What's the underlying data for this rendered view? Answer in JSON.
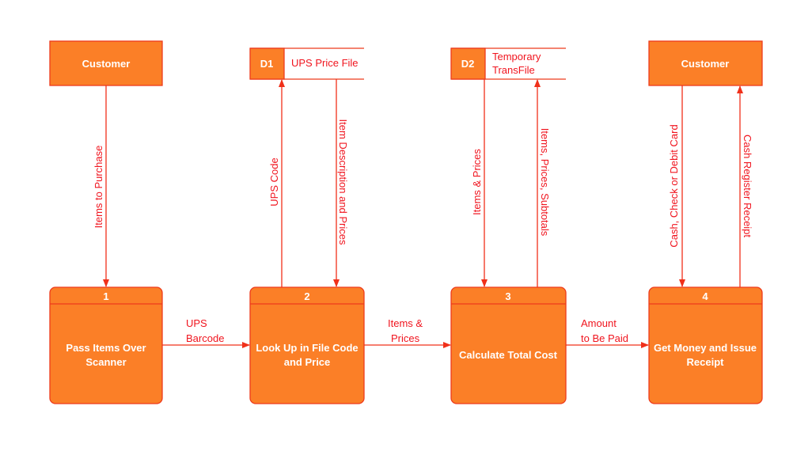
{
  "entities": [
    {
      "label": "Customer"
    },
    {
      "label": "Customer"
    }
  ],
  "stores": [
    {
      "id": "D1",
      "name_lines": [
        "UPS Price File"
      ]
    },
    {
      "id": "D2",
      "name_lines": [
        "Temporary",
        "TransFile"
      ]
    }
  ],
  "processes": [
    {
      "number": "1",
      "lines": [
        "Pass Items Over",
        "Scanner"
      ]
    },
    {
      "number": "2",
      "lines": [
        "Look Up in File Code",
        "and Price"
      ]
    },
    {
      "number": "3",
      "lines": [
        "Calculate Total Cost"
      ]
    },
    {
      "number": "4",
      "lines": [
        "Get Money and Issue",
        "Receipt"
      ]
    }
  ],
  "flows": {
    "items_to_purchase": "Items to Purchase",
    "ups_code": "UPS Code",
    "item_description": "Item Description and Prices",
    "items_prices_down": "Items & Prices",
    "items_prices_subtotals": "Items, Prices, Subtotals",
    "cash_check": "Cash, Check or Debit Card",
    "cash_register_receipt": "Cash Register Receipt",
    "ups_barcode": [
      "UPS",
      "Barcode"
    ],
    "items_prices_h": [
      "Items &",
      "Prices"
    ],
    "amount_to_be_paid": [
      "Amount",
      "to Be Paid"
    ]
  },
  "colors": {
    "fill": "#FB7F27",
    "stroke": "#EE3B1C",
    "text": "#F0141E"
  }
}
